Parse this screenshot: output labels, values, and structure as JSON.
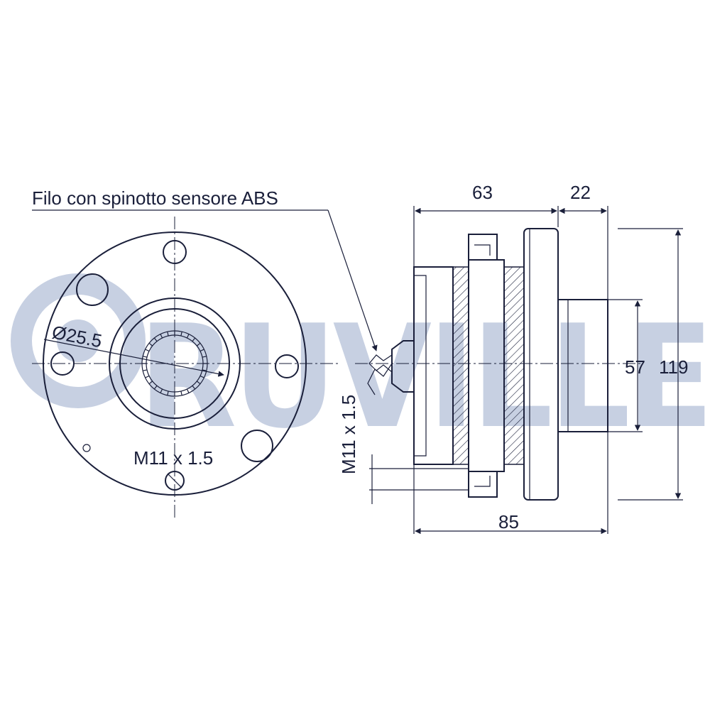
{
  "watermark": {
    "brand": "RUVILLE",
    "color": "#c7d0e2"
  },
  "labels": {
    "abs_sensor": "Filo con spinotto sensore ABS",
    "bore_diameter": "Ø25.5",
    "thread_front": "M11 x 1.5",
    "thread_side": "M11 x 1.5"
  },
  "dimensions": {
    "top_left": "63",
    "top_right": "22",
    "bottom": "85",
    "right_inner": "57",
    "right_outer": "119"
  },
  "colors": {
    "ink": "#1a1f3a",
    "background": "#ffffff"
  }
}
